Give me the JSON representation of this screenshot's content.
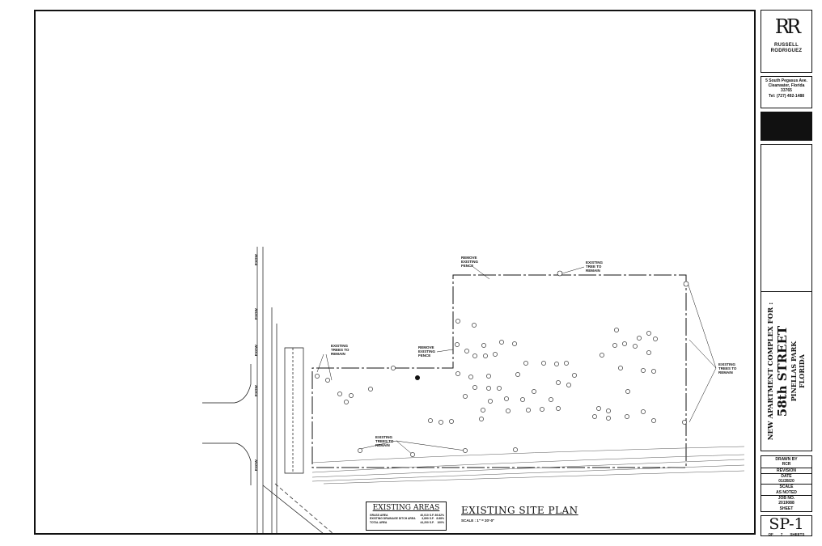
{
  "title_block": {
    "firm_logo_mark": "RR",
    "firm_name_line1": "RUSSELL",
    "firm_name_line2": "RODRIGUEZ",
    "address_line1": "5 South Pegasus Ave.",
    "address_line2": "Clearwater, Florida",
    "address_line3": "33765",
    "phone": "Tel: (727) 492-1488",
    "project_line1": "NEW APARTMENT COMPLEX FOR :",
    "project_line2": "58th STREET",
    "project_line3": "PINELLAS PARK",
    "project_line4": "FLORIDA",
    "drawn_by_label": "DRAWN BY",
    "drawn_by": "RCR",
    "revision_label": "REVISION",
    "date_label": "DATE",
    "date": "01/28/20",
    "scale_label": "SCALE",
    "scale": "AS NOTED",
    "job_label": "JOB NO.",
    "job_no": "2019088",
    "sheet_label": "SHEET",
    "sheet_number": "SP-1",
    "of_label": "OF",
    "total_sheets": "7",
    "sheets_label": "SHEETS"
  },
  "drawing": {
    "title": "EXISTING SITE PLAN",
    "scale": "SCALE : 1\" = 20'-0\"",
    "areas": {
      "title": "EXISTING AREAS",
      "rows": [
        {
          "label": "GRASS AREA",
          "value": "40,010 S.F.",
          "pct": "89.82%"
        },
        {
          "label": "EXISTING DRAINAGE DITCH AREA",
          "value": "3,890 S.F.",
          "pct": "8.88%"
        },
        {
          "label": "TOTAL AREA",
          "value": "44,200 S.F.",
          "pct": "100%"
        }
      ]
    },
    "notes": {
      "remove_fence_top": "REMOVE\nEXISTING\nFENCE",
      "existing_tree_top": "EXISTING\nTREE TO\nREMAIN",
      "existing_trees_left": "EXISTING\nTREES TO\nREMAIN",
      "remove_fence_mid": "REMOVE\nEXISTING\nFENCE",
      "existing_trees_right": "EXISTING\nTREES TO\nREMAIN",
      "existing_trees_bottom": "EXISTING\nTREES TO\nREMAIN"
    },
    "row_label": "EXOW"
  }
}
